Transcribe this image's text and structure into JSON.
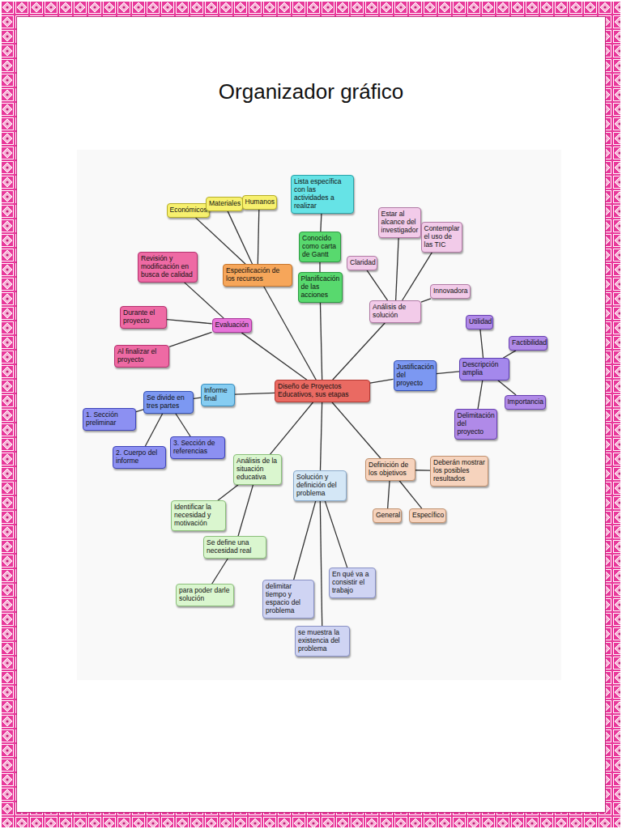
{
  "diagram": {
    "title": "Organizador gráfico",
    "nodes": [
      {
        "text": [
          "Diseño de Proyectos Educativos, sus etapas"
        ]
      },
      {
        "text": [
          "Especificación de los recursos"
        ]
      },
      {
        "text": [
          "Económicos"
        ]
      },
      {
        "text": [
          "Materiales"
        ]
      },
      {
        "text": [
          "Humanos"
        ]
      },
      {
        "text": [
          "Lista específica con las actividades a realizar"
        ]
      },
      {
        "text": [
          "Conocido como carta de Gantt"
        ]
      },
      {
        "text": [
          "Planificación de las acciones"
        ]
      },
      {
        "text": [
          "Estar al alcance del investigador"
        ]
      },
      {
        "text": [
          "Contemplar el uso de las TIC"
        ]
      },
      {
        "text": [
          "Claridad"
        ]
      },
      {
        "text": [
          "Innovadora"
        ]
      },
      {
        "text": [
          "Análisis de solución"
        ]
      },
      {
        "text": [
          "Revisión y modificación en busca de calidad"
        ]
      },
      {
        "text": [
          "Evaluación"
        ]
      },
      {
        "text": [
          "Durante el proyecto"
        ]
      },
      {
        "text": [
          "Al finalizar el proyecto"
        ]
      },
      {
        "text": [
          "Utilidad"
        ]
      },
      {
        "text": [
          "Factibilidad"
        ]
      },
      {
        "text": [
          "Justificación del proyecto"
        ]
      },
      {
        "text": [
          "Descripción amplia"
        ]
      },
      {
        "text": [
          "Importancia"
        ]
      },
      {
        "text": [
          "Delimitación del proyecto"
        ]
      },
      {
        "text": [
          "Informe final"
        ]
      },
      {
        "text": [
          "Se divide en tres partes"
        ]
      },
      {
        "text": [
          "1. Sección preliminar"
        ]
      },
      {
        "text": [
          "2. Cuerpo del informe"
        ]
      },
      {
        "text": [
          "3. Sección de referencias"
        ]
      },
      {
        "text": [
          "Análisis de la situación educativa"
        ]
      },
      {
        "text": [
          "Solución y definición del problema"
        ]
      },
      {
        "text": [
          "Definición de los objetivos"
        ]
      },
      {
        "text": [
          "Deberán mostrar los posibles resultados"
        ]
      },
      {
        "text": [
          "General"
        ]
      },
      {
        "text": [
          "Específico"
        ]
      },
      {
        "text": [
          "Identificar la necesidad y motivación"
        ]
      },
      {
        "text": [
          "Se define una necesidad real"
        ]
      },
      {
        "text": [
          "para poder darle solución"
        ]
      },
      {
        "text": [
          "delimitar tiempo y espacio del problema"
        ]
      },
      {
        "text": [
          "En qué va a consistir el trabajo"
        ]
      },
      {
        "text": [
          "se muestra la existencia del problema"
        ]
      }
    ],
    "edges": [
      {
        "from": 0,
        "to": 1,
        "arrow": "none"
      },
      {
        "from": 1,
        "to": 2,
        "arrow": "none"
      },
      {
        "from": 1,
        "to": 3,
        "arrow": "none"
      },
      {
        "from": 1,
        "to": 4,
        "arrow": "none"
      },
      {
        "from": 0,
        "to": 7,
        "arrow": "none"
      },
      {
        "from": 7,
        "to": 6,
        "arrow": "none"
      },
      {
        "from": 6,
        "to": 5,
        "arrow": "none"
      },
      {
        "from": 0,
        "to": 12,
        "arrow": "none"
      },
      {
        "from": 12,
        "to": 10,
        "arrow": "none"
      },
      {
        "from": 12,
        "to": 8,
        "arrow": "none"
      },
      {
        "from": 12,
        "to": 9,
        "arrow": "none"
      },
      {
        "from": 12,
        "to": 11,
        "arrow": "none"
      },
      {
        "from": 0,
        "to": 14,
        "arrow": "none"
      },
      {
        "from": 14,
        "to": 13,
        "arrow": "none"
      },
      {
        "from": 14,
        "to": 15,
        "arrow": "none"
      },
      {
        "from": 14,
        "to": 16,
        "arrow": "none"
      },
      {
        "from": 0,
        "to": 19,
        "arrow": "none"
      },
      {
        "from": 19,
        "to": 20,
        "arrow": "none"
      },
      {
        "from": 20,
        "to": 17,
        "arrow": "none"
      },
      {
        "from": 20,
        "to": 18,
        "arrow": "none"
      },
      {
        "from": 20,
        "to": 21,
        "arrow": "none"
      },
      {
        "from": 20,
        "to": 22,
        "arrow": "none"
      },
      {
        "from": 0,
        "to": 23,
        "arrow": "none"
      },
      {
        "from": 23,
        "to": 24,
        "arrow": "none"
      },
      {
        "from": 24,
        "to": 25,
        "arrow": "none"
      },
      {
        "from": 24,
        "to": 26,
        "arrow": "none"
      },
      {
        "from": 24,
        "to": 27,
        "arrow": "none"
      },
      {
        "from": 0,
        "to": 28,
        "arrow": "none"
      },
      {
        "from": 28,
        "to": 34,
        "arrow": "none"
      },
      {
        "from": 28,
        "to": 35,
        "arrow": "none"
      },
      {
        "from": 35,
        "to": 36,
        "arrow": "none"
      },
      {
        "from": 0,
        "to": 29,
        "arrow": "none"
      },
      {
        "from": 29,
        "to": 37,
        "arrow": "none"
      },
      {
        "from": 29,
        "to": 39,
        "arrow": "none"
      },
      {
        "from": 29,
        "to": 38,
        "arrow": "none"
      },
      {
        "from": 0,
        "to": 30,
        "arrow": "none"
      },
      {
        "from": 30,
        "to": 31,
        "arrow": "none"
      },
      {
        "from": 30,
        "to": 32,
        "arrow": "none"
      },
      {
        "from": 30,
        "to": 33,
        "arrow": "none"
      }
    ]
  }
}
